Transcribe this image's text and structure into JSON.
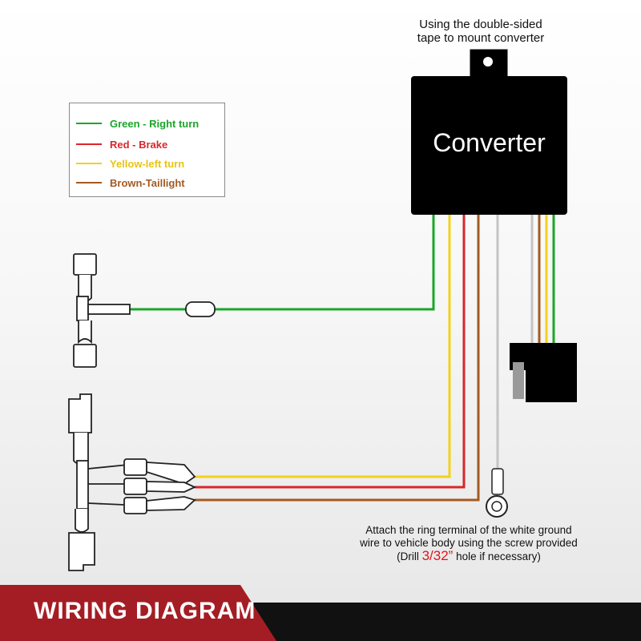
{
  "mount_note": {
    "line1": "Using the double-sided",
    "line2": "tape to mount converter"
  },
  "converter_label": "Converter",
  "legend": [
    {
      "label": "Green - Right turn",
      "color": "#1aa62a"
    },
    {
      "label": "Red - Brake",
      "color": "#d9262b"
    },
    {
      "label": "Yellow-left turn",
      "color": "#f2d21b"
    },
    {
      "label": "Brown-Taillight",
      "color": "#a35a22"
    }
  ],
  "wire_colors": {
    "green": "#1aa62a",
    "red": "#d9262b",
    "yellow": "#f2d21b",
    "brown": "#a35a22",
    "white": "#bdbdbd"
  },
  "ground_note": {
    "line1": "Attach the ring terminal of the white ground",
    "line2": "wire to vehicle body using the screw provided",
    "line3_pre": "(Drill ",
    "line3_highlight": "3/32”",
    "line3_post": " hole if necessary)"
  },
  "footer_title": "WIRING DIAGRAM"
}
